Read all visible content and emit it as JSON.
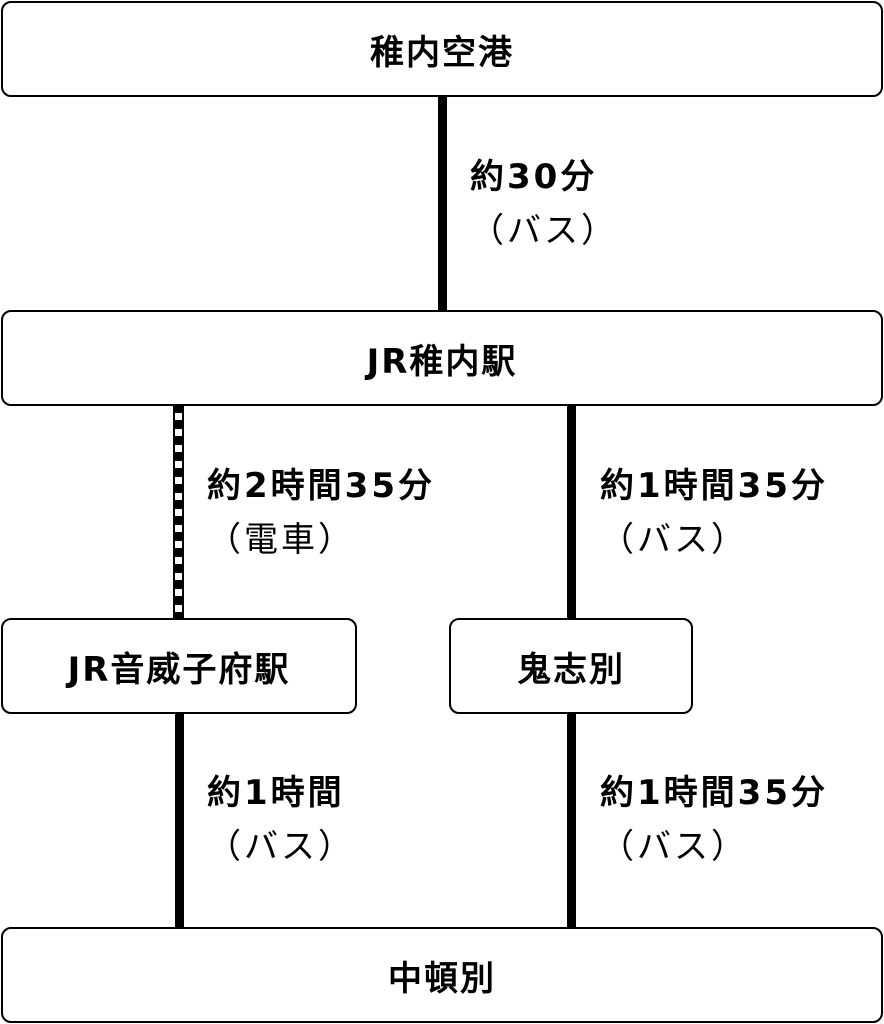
{
  "stations": {
    "wakkanai_airport": "稚内空港",
    "jr_wakkanai": "JR稚内駅",
    "jr_otoineppu": "JR音威子府駅",
    "onishibetsu": "鬼志別",
    "nakatonbetsu": "中頓別"
  },
  "routes": {
    "airport_to_wakkanai": {
      "duration": "約30分",
      "mode": "（バス）"
    },
    "wakkanai_to_otoineppu": {
      "duration": "約2時間35分",
      "mode": "（電車）"
    },
    "wakkanai_to_onishibetsu": {
      "duration": "約1時間35分",
      "mode": "（バス）"
    },
    "otoineppu_to_nakatonbetsu": {
      "duration": "約1時間",
      "mode": "（バス）"
    },
    "onishibetsu_to_nakatonbetsu": {
      "duration": "約1時間35分",
      "mode": "（バス）"
    }
  },
  "colors": {
    "line": "#000000",
    "box_border": "#000000",
    "background": "#ffffff"
  }
}
